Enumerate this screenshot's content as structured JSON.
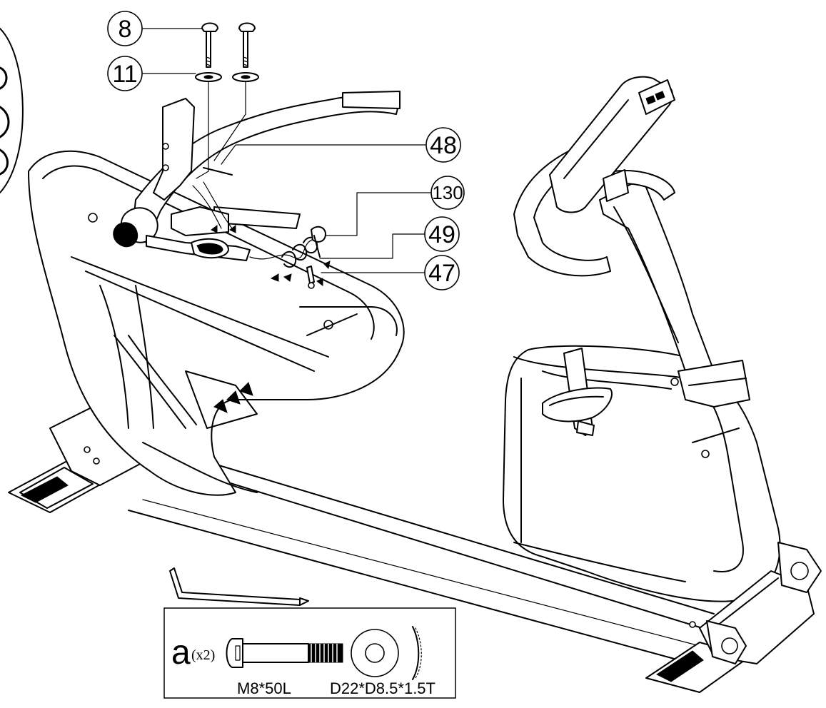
{
  "callouts": [
    {
      "id": "8",
      "label": "8"
    },
    {
      "id": "11",
      "label": "11"
    },
    {
      "id": "48",
      "label": "48"
    },
    {
      "id": "130",
      "label": "130"
    },
    {
      "id": "49",
      "label": "49"
    },
    {
      "id": "47",
      "label": "47"
    }
  ],
  "hardware": {
    "letter": "a",
    "quantity": "(x2)",
    "bolt_spec": "M8*50L",
    "washer_spec": "D22*D8.5*1.5T"
  }
}
